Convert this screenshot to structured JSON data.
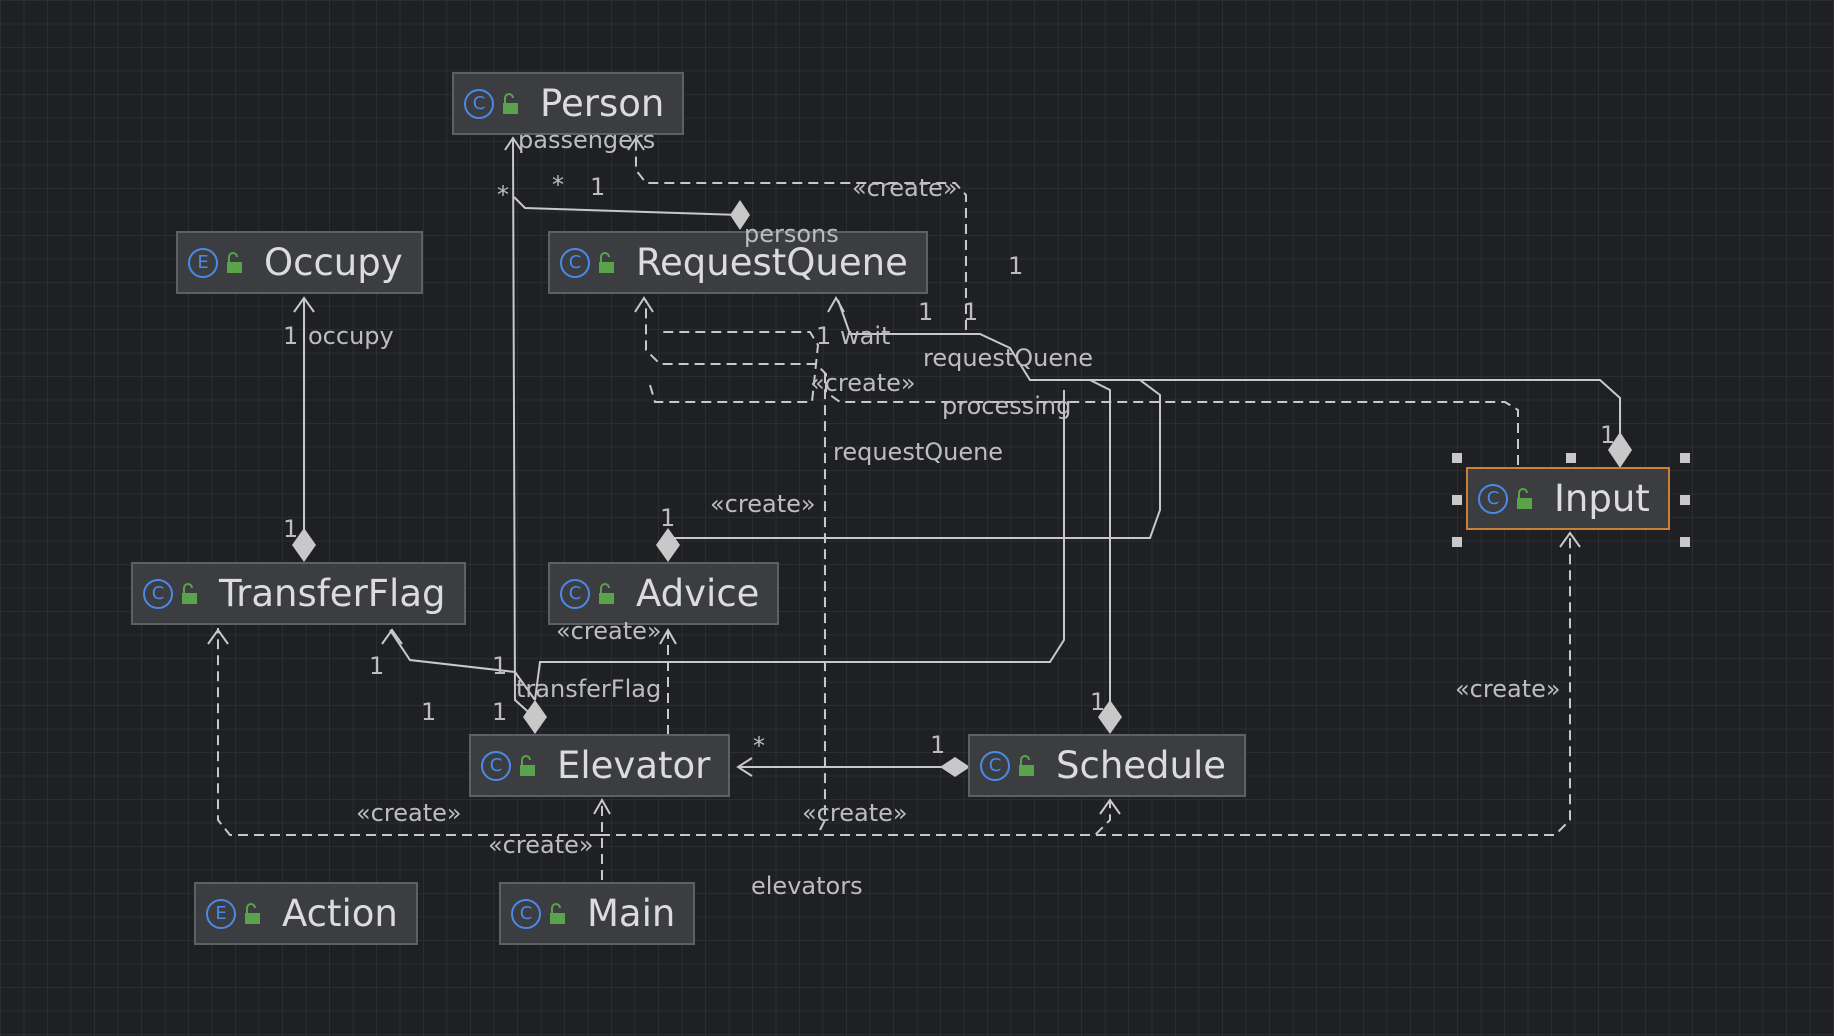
{
  "diagram": {
    "nodes": [
      {
        "id": "person",
        "label": "Person",
        "kind": "class",
        "badge": "C"
      },
      {
        "id": "occupy",
        "label": "Occupy",
        "kind": "enum",
        "badge": "E"
      },
      {
        "id": "requestquene",
        "label": "RequestQuene",
        "kind": "class",
        "badge": "C"
      },
      {
        "id": "input",
        "label": "Input",
        "kind": "class",
        "badge": "C",
        "selected": true
      },
      {
        "id": "transferflag",
        "label": "TransferFlag",
        "kind": "class",
        "badge": "C"
      },
      {
        "id": "advice",
        "label": "Advice",
        "kind": "class",
        "badge": "C"
      },
      {
        "id": "elevator",
        "label": "Elevator",
        "kind": "class",
        "badge": "C"
      },
      {
        "id": "schedule",
        "label": "Schedule",
        "kind": "class",
        "badge": "C"
      },
      {
        "id": "action",
        "label": "Action",
        "kind": "enum",
        "badge": "E"
      },
      {
        "id": "main",
        "label": "Main",
        "kind": "class",
        "badge": "C"
      }
    ],
    "edge_labels": [
      {
        "id": "passengers",
        "text": "passengers"
      },
      {
        "id": "create-person",
        "text": "«create»"
      },
      {
        "id": "persons",
        "text": "persons"
      },
      {
        "id": "occupy",
        "text": "occupy"
      },
      {
        "id": "wait",
        "text": "wait"
      },
      {
        "id": "requestquene-1",
        "text": "requestQuene"
      },
      {
        "id": "create-rq",
        "text": "«create»"
      },
      {
        "id": "processing",
        "text": "processing"
      },
      {
        "id": "requestquene-2",
        "text": "requestQuene"
      },
      {
        "id": "create-advice",
        "text": "«create»"
      },
      {
        "id": "create-advice-2",
        "text": "«create»"
      },
      {
        "id": "transferflag",
        "text": "transferFlag"
      },
      {
        "id": "create-input",
        "text": "«create»"
      },
      {
        "id": "create-tf",
        "text": "«create»"
      },
      {
        "id": "create-elevator",
        "text": "«create»"
      },
      {
        "id": "create-schedule",
        "text": "«create»"
      },
      {
        "id": "elevators",
        "text": "elevators"
      }
    ],
    "multiplicities": [
      {
        "id": "m-person-star",
        "text": "*"
      },
      {
        "id": "m-persons-star",
        "text": "*"
      },
      {
        "id": "m-persons-1",
        "text": "1"
      },
      {
        "id": "m-rq-input-1",
        "text": "1"
      },
      {
        "id": "m-rq-1a",
        "text": "1"
      },
      {
        "id": "m-rq-1b",
        "text": "1"
      },
      {
        "id": "m-wait-1",
        "text": "1"
      },
      {
        "id": "m-occupy-1",
        "text": "1"
      },
      {
        "id": "m-tf-1",
        "text": "1"
      },
      {
        "id": "m-input-1",
        "text": "1"
      },
      {
        "id": "m-advice-1",
        "text": "1"
      },
      {
        "id": "m-tf-elev-1",
        "text": "1"
      },
      {
        "id": "m-tf-elev-1b",
        "text": "1"
      },
      {
        "id": "m-elev-1a",
        "text": "1"
      },
      {
        "id": "m-elev-1b",
        "text": "1"
      },
      {
        "id": "m-elev-star",
        "text": "*"
      },
      {
        "id": "m-sched-1",
        "text": "1"
      },
      {
        "id": "m-sched-1b",
        "text": "1"
      }
    ]
  },
  "colors": {
    "background": "#1f2024",
    "grid": "#2b2d31",
    "node_fill": "#3b3d41",
    "node_border": "#5d6064",
    "selected_border": "#c9803a",
    "edge": "#c8c8c8",
    "class_badge": "#4a8ae6",
    "visibility_icon": "#5aa34a"
  },
  "icons": {
    "class_badge": "circle-c-icon",
    "enum_badge": "circle-e-icon",
    "visibility": "public-lock-icon"
  }
}
